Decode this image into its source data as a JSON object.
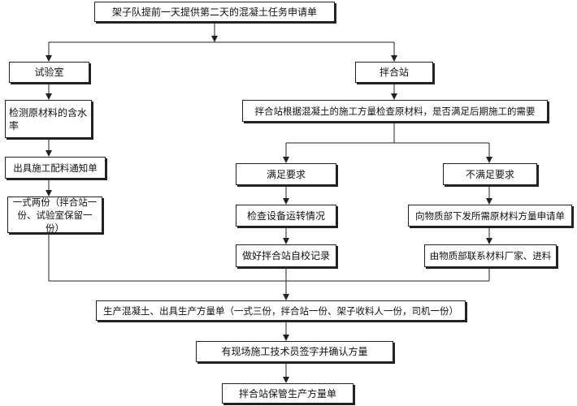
{
  "flowchart": {
    "top": "架子队提前一天提供第二天的混凝土任务申请单",
    "lab": "试验室",
    "plant": "拌合站",
    "lab_step1": "检测原材料的含水率",
    "lab_step2": "出具施工配料通知单",
    "lab_step3": "一式两份（拌合站一份、试验室保留一份）",
    "plant_check": "拌合站根据混凝土的施工方量检查原材料，是否满足后期施工的需要",
    "meets": "满足要求",
    "not_meets": "不满足要求",
    "meets_step1": "检查设备运转情况",
    "meets_step2": "做好拌合站自校记录",
    "not_step1": "向物质部下发所需原材料方量申请单",
    "not_step2": "由物质部联系材料厂家、进料",
    "produce": "生产混凝土、出具生产方量单（一式三份，拌合站一份、架子收料人一份，司机一份）",
    "confirm": "有现场施工技术员签字并确认方量",
    "keep": "拌合站保管生产方量单"
  }
}
